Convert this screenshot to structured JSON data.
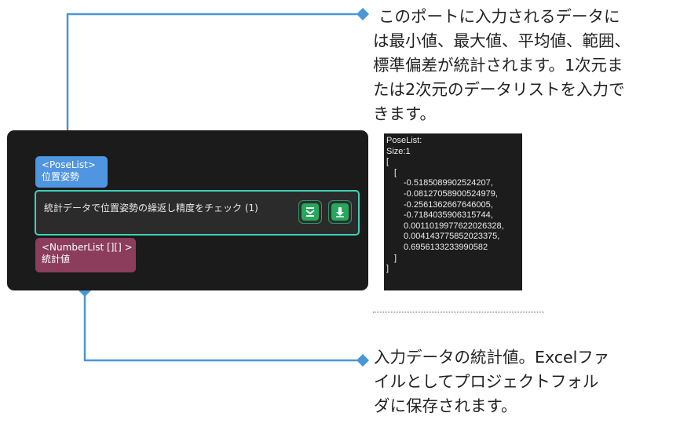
{
  "callout_top": {
    "lines": [
      "このポートに入力されるデータに",
      "は最小値、最大値、平均値、範囲、",
      "標準偏差が統計されます。1次元ま",
      "たは2次元のデータリストを入力で",
      "きます。"
    ]
  },
  "callout_bottom": {
    "lines": [
      "入力データの統計値。Excelファ",
      "イルとしてプロジェクトフォル",
      "ダに保存されます。"
    ]
  },
  "node": {
    "input_port": {
      "type": "<PoseList>",
      "name": "位置姿勢"
    },
    "title": "統計データで位置姿勢の繰返し精度をチェック (1)",
    "output_port": {
      "type": "<NumberList [][] >",
      "name": "統計値"
    },
    "buttons": [
      "collapse-icon",
      "download-icon"
    ]
  },
  "data_panel": {
    "lines": [
      "PoseList:",
      "Size:1",
      "[",
      "    [",
      "        -0.5185089902524207,",
      "        -0.08127058900524979,",
      "        -0.2561362667646005,",
      "        -0.7184035906315744,",
      "        0.0011019977622026328,",
      "        0.004143775852023375,",
      "        0.6956133233990582",
      "    ]",
      "]"
    ]
  },
  "colors": {
    "connector": "#4a96d6",
    "node_border": "#3fd1b8",
    "input_port": "#4f95e0",
    "output_port": "#8b3d5b",
    "button": "#25a85c"
  }
}
